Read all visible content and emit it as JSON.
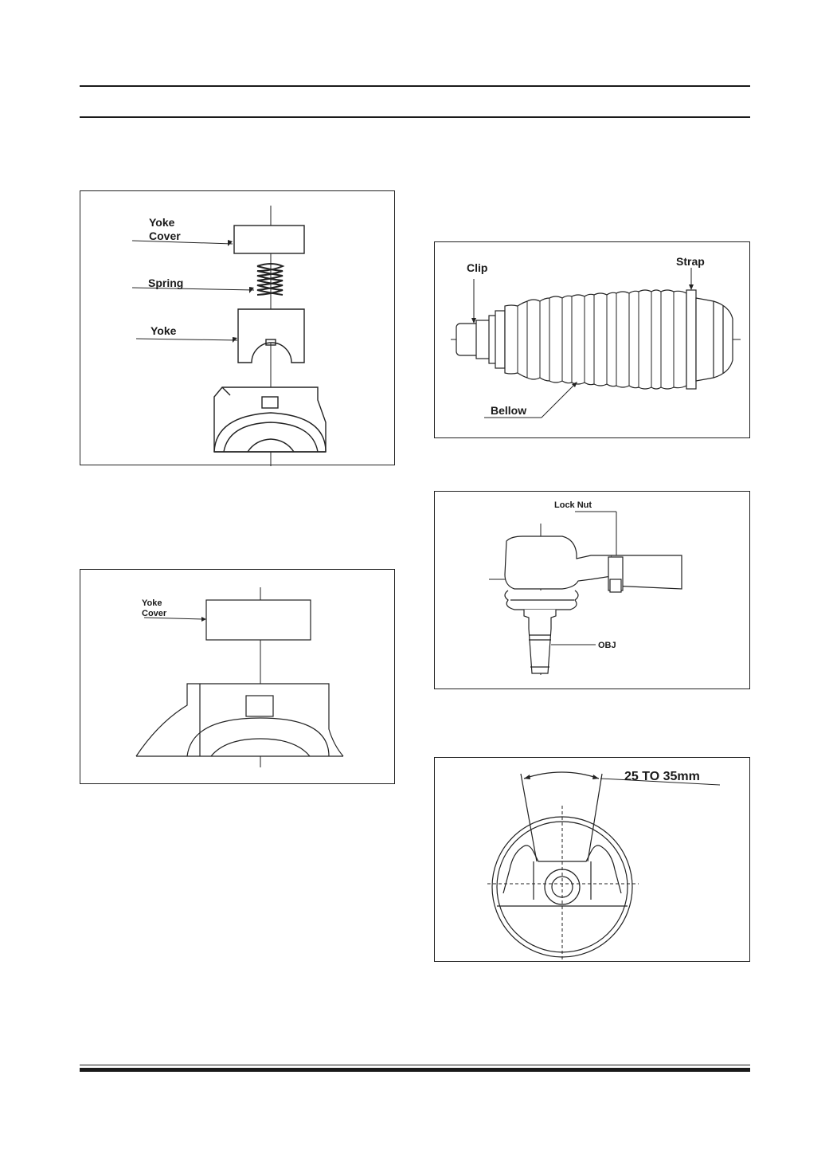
{
  "figures": {
    "yoke_assembly": {
      "labels": {
        "yoke_cover_1": "Yoke",
        "yoke_cover_2": "Cover",
        "spring": "Spring",
        "yoke": "Yoke"
      }
    },
    "yoke_cover_fitted": {
      "labels": {
        "yoke_cover_1": "Yoke",
        "yoke_cover_2": "Cover"
      }
    },
    "bellow": {
      "labels": {
        "clip": "Clip",
        "strap": "Strap",
        "bellow": "Bellow"
      }
    },
    "tie_rod_end": {
      "labels": {
        "lock_nut": "Lock Nut",
        "obj": "OBJ"
      }
    },
    "steering_wheel": {
      "labels": {
        "spoke_gap": "25 TO 35mm"
      }
    }
  }
}
